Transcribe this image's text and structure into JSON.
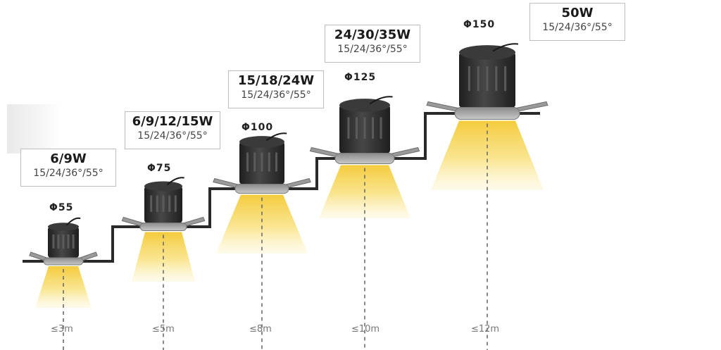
{
  "lights": [
    {
      "power": "6/9W",
      "angles": "15/24/36°/55°",
      "diameter": "Φ55",
      "distance": "≤3m"
    },
    {
      "power": "6/9/12/15W",
      "angles": "15/24/36°/55°",
      "diameter": "Φ75",
      "distance": "≤5m"
    },
    {
      "power": "15/18/24W",
      "angles": "15/24/36°/55°",
      "diameter": "Φ100",
      "distance": "≤8m"
    },
    {
      "power": "24/30/35W",
      "angles": "15/24/36°/55°",
      "diameter": "Φ125",
      "distance": "≤10m"
    },
    {
      "power": "50W",
      "angles": "15/24/36°/55°",
      "diameter": "Φ150",
      "distance": "≤12m"
    }
  ],
  "colors": {
    "body": "#2e2e2e",
    "ring": "#a8a8a8",
    "beam": "#f6d34a",
    "step": "#2a2a2a",
    "dashes": "#6b6b6b"
  },
  "icons": [
    "downlight-icon",
    "light-beam-icon"
  ]
}
